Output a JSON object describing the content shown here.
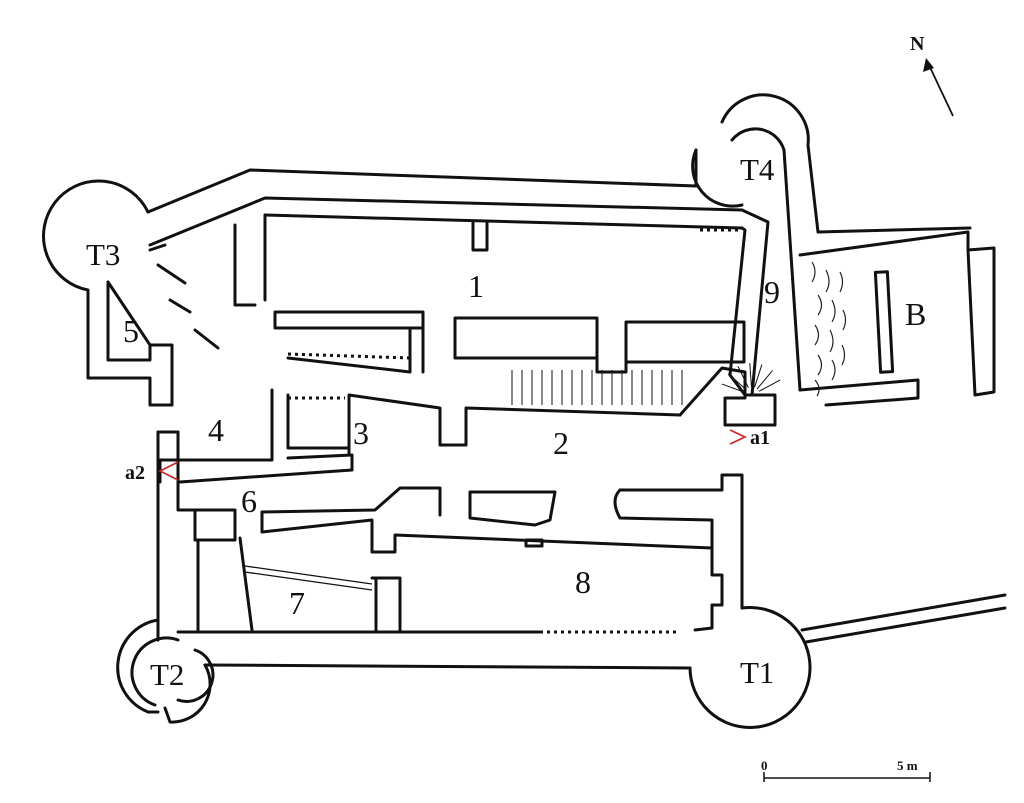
{
  "labels": {
    "r1": "1",
    "r2": "2",
    "r3": "3",
    "r4": "4",
    "r5": "5",
    "r6": "6",
    "r7": "7",
    "r8": "8",
    "r9": "9",
    "t1": "T1",
    "t2": "T2",
    "t3": "T3",
    "t4": "T4",
    "b": "B",
    "a1": "a1",
    "a2": "a2"
  },
  "north": "N",
  "scale": {
    "start": "0",
    "end": "5 m"
  },
  "colors": {
    "line": "#111111",
    "marker": "#d42020",
    "background": "#ffffff"
  }
}
